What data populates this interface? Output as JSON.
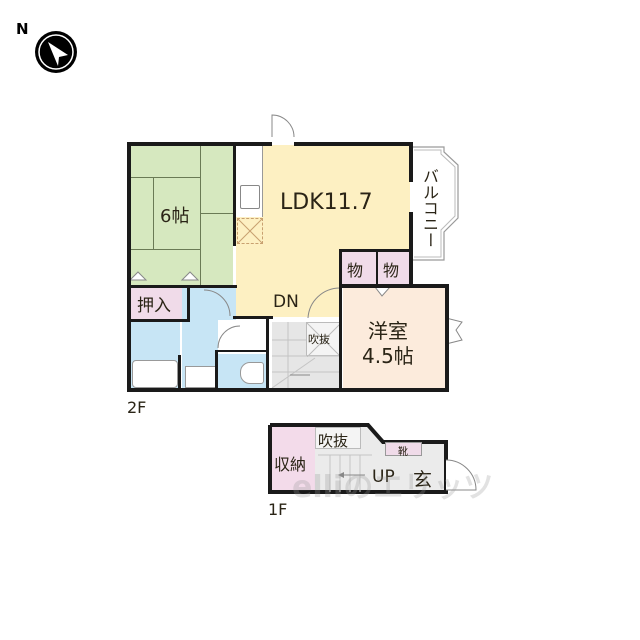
{
  "compass": {
    "letter": "N",
    "icon": "north-arrow-icon"
  },
  "floor2": {
    "label": "2F",
    "rooms": {
      "washitsu": {
        "label": "6帖",
        "color": "#d6e8bf"
      },
      "oshiire": {
        "label": "押入",
        "color": "#f0dbe9"
      },
      "ldk": {
        "label": "LDK11.7",
        "color": "#fdf0c2"
      },
      "balcony": {
        "label": "バルコニー"
      },
      "storage1": {
        "label": "物",
        "color": "#f0dbe9"
      },
      "storage2": {
        "label": "物",
        "color": "#f0dbe9"
      },
      "youshitsu": {
        "label1": "洋室",
        "label2": "4.5帖",
        "color": "#fcebdc"
      },
      "fukinuke": {
        "label": "吹抜"
      },
      "stairs": {
        "label": "DN"
      },
      "wet_area_color": "#c7e5f5"
    }
  },
  "floor1": {
    "label": "1F",
    "rooms": {
      "shuno": {
        "label": "収納",
        "color": "#f3dbea"
      },
      "fukinuke": {
        "label": "吹抜"
      },
      "kutsu": {
        "label": "靴",
        "color": "#f0dbe9"
      },
      "stairs": {
        "label": "UP"
      },
      "genkan": {
        "label": "玄"
      }
    }
  },
  "watermark": {
    "text": "elliのエリッツ"
  }
}
